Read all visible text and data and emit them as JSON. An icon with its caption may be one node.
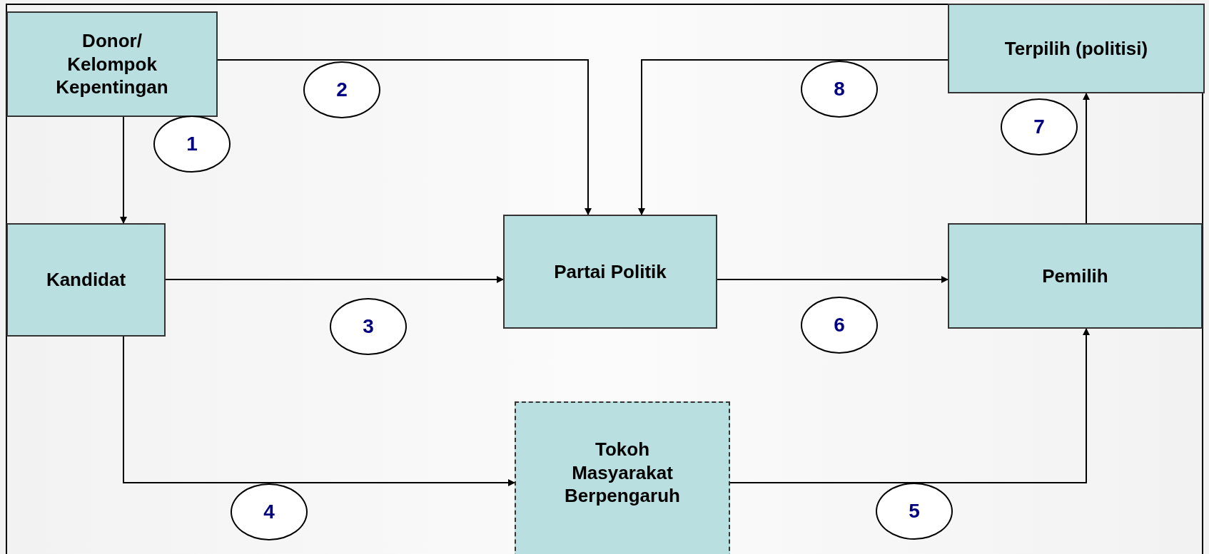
{
  "diagram": {
    "nodes": [
      {
        "text": [
          "Donor/ Kelompok Kepentingan"
        ]
      },
      {
        "text": [
          "Terpilih (politisi)"
        ]
      },
      {
        "text": [
          "Kandidat"
        ]
      },
      {
        "text": [
          "Partai Politik"
        ]
      },
      {
        "text": [
          "Pemilih"
        ]
      },
      {
        "text": [
          "Tokoh Masyarakat Berpengaruh"
        ]
      },
      {
        "text": [
          "1"
        ]
      },
      {
        "text": [
          "2"
        ]
      },
      {
        "text": [
          "8"
        ]
      },
      {
        "text": [
          "7"
        ]
      },
      {
        "text": [
          "3"
        ]
      },
      {
        "text": [
          "6"
        ]
      },
      {
        "text": [
          "4"
        ]
      },
      {
        "text": [
          "5"
        ]
      }
    ],
    "edges": [
      {
        "from": 0,
        "to": 2,
        "arrow": "to"
      },
      {
        "from": 0,
        "to": 3,
        "arrow": "to"
      },
      {
        "from": 2,
        "to": 3,
        "arrow": "to"
      },
      {
        "from": 2,
        "to": 5,
        "arrow": "to"
      },
      {
        "from": 5,
        "to": 4,
        "arrow": "to"
      },
      {
        "from": 3,
        "to": 4,
        "arrow": "to"
      },
      {
        "from": 4,
        "to": 1,
        "arrow": "to"
      },
      {
        "from": 1,
        "to": 3,
        "arrow": "to"
      }
    ]
  }
}
